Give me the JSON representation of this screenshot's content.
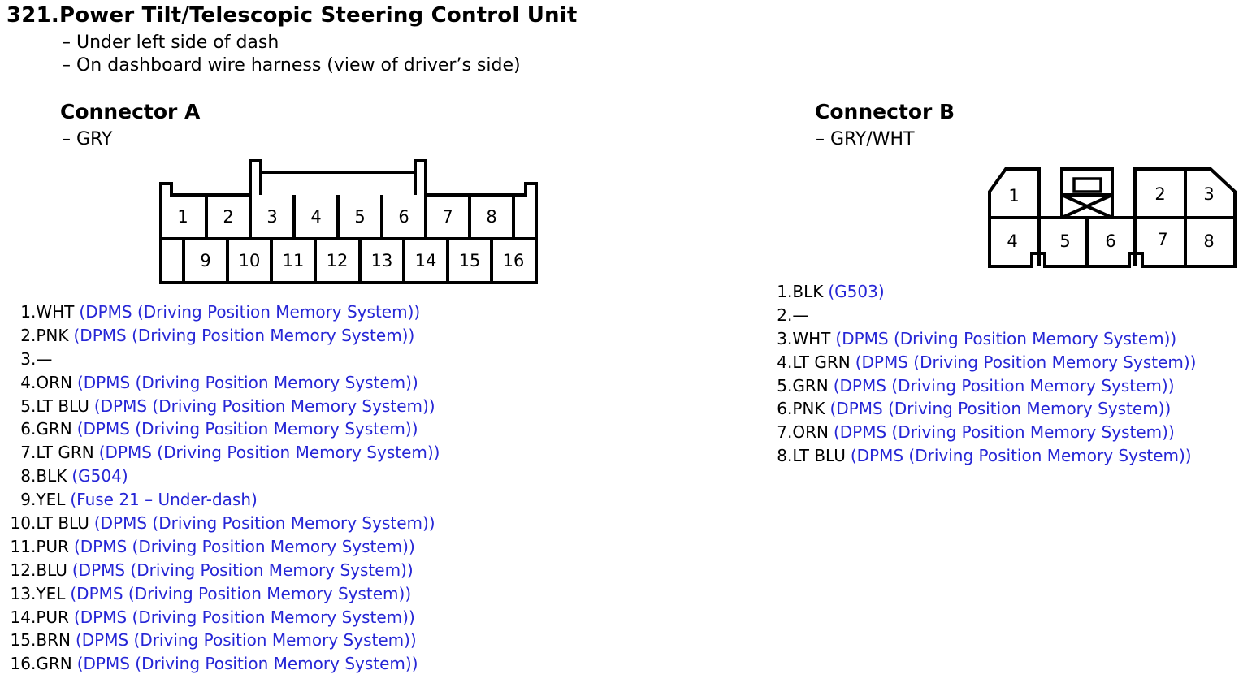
{
  "title": "321.Power Tilt/Telescopic Steering Control Unit",
  "locations": [
    "– Under left side of dash",
    "– On dashboard wire harness (view of driver’s side)"
  ],
  "connector_a": {
    "heading": "Connector A",
    "color": "– GRY",
    "pins": [
      {
        "num": "1",
        "wire": "WHT",
        "dest": "(DPMS (Driving Position Memory System))"
      },
      {
        "num": "2",
        "wire": "PNK",
        "dest": "(DPMS (Driving Position Memory System))"
      },
      {
        "num": "3",
        "wire": "—",
        "dest": ""
      },
      {
        "num": "4",
        "wire": "ORN",
        "dest": "(DPMS (Driving Position Memory System))"
      },
      {
        "num": "5",
        "wire": "LT BLU",
        "dest": "(DPMS (Driving Position Memory System))"
      },
      {
        "num": "6",
        "wire": "GRN",
        "dest": "(DPMS (Driving Position Memory System))"
      },
      {
        "num": "7",
        "wire": "LT GRN",
        "dest": "(DPMS (Driving Position Memory System))"
      },
      {
        "num": "8",
        "wire": "BLK",
        "dest": "(G504)"
      },
      {
        "num": "9",
        "wire": "YEL",
        "dest": "(Fuse 21 – Under-dash)"
      },
      {
        "num": "10",
        "wire": "LT BLU",
        "dest": "(DPMS (Driving Position Memory System))"
      },
      {
        "num": "11",
        "wire": "PUR",
        "dest": "(DPMS (Driving Position Memory System))"
      },
      {
        "num": "12",
        "wire": "BLU",
        "dest": "(DPMS (Driving Position Memory System))"
      },
      {
        "num": "13",
        "wire": "YEL",
        "dest": "(DPMS (Driving Position Memory System))"
      },
      {
        "num": "14",
        "wire": "PUR",
        "dest": "(DPMS (Driving Position Memory System))"
      },
      {
        "num": "15",
        "wire": "BRN",
        "dest": "(DPMS (Driving Position Memory System))"
      },
      {
        "num": "16",
        "wire": "GRN",
        "dest": "(DPMS (Driving Position Memory System))"
      }
    ]
  },
  "connector_b": {
    "heading": "Connector B",
    "color": "– GRY/WHT",
    "pins": [
      {
        "num": "1",
        "wire": "BLK",
        "dest": "(G503)"
      },
      {
        "num": "2",
        "wire": "—",
        "dest": ""
      },
      {
        "num": "3",
        "wire": "WHT",
        "dest": "(DPMS (Driving Position Memory System))"
      },
      {
        "num": "4",
        "wire": "LT GRN",
        "dest": "(DPMS (Driving Position Memory System))"
      },
      {
        "num": "5",
        "wire": "GRN",
        "dest": "(DPMS (Driving Position Memory System))"
      },
      {
        "num": "6",
        "wire": "PNK",
        "dest": "(DPMS (Driving Position Memory System))"
      },
      {
        "num": "7",
        "wire": "ORN",
        "dest": "(DPMS (Driving Position Memory System))"
      },
      {
        "num": "8",
        "wire": "LT BLU",
        "dest": "(DPMS (Driving Position Memory System))"
      }
    ]
  },
  "colors": {
    "destination_link": "#2626d6",
    "outline": "#000000"
  }
}
